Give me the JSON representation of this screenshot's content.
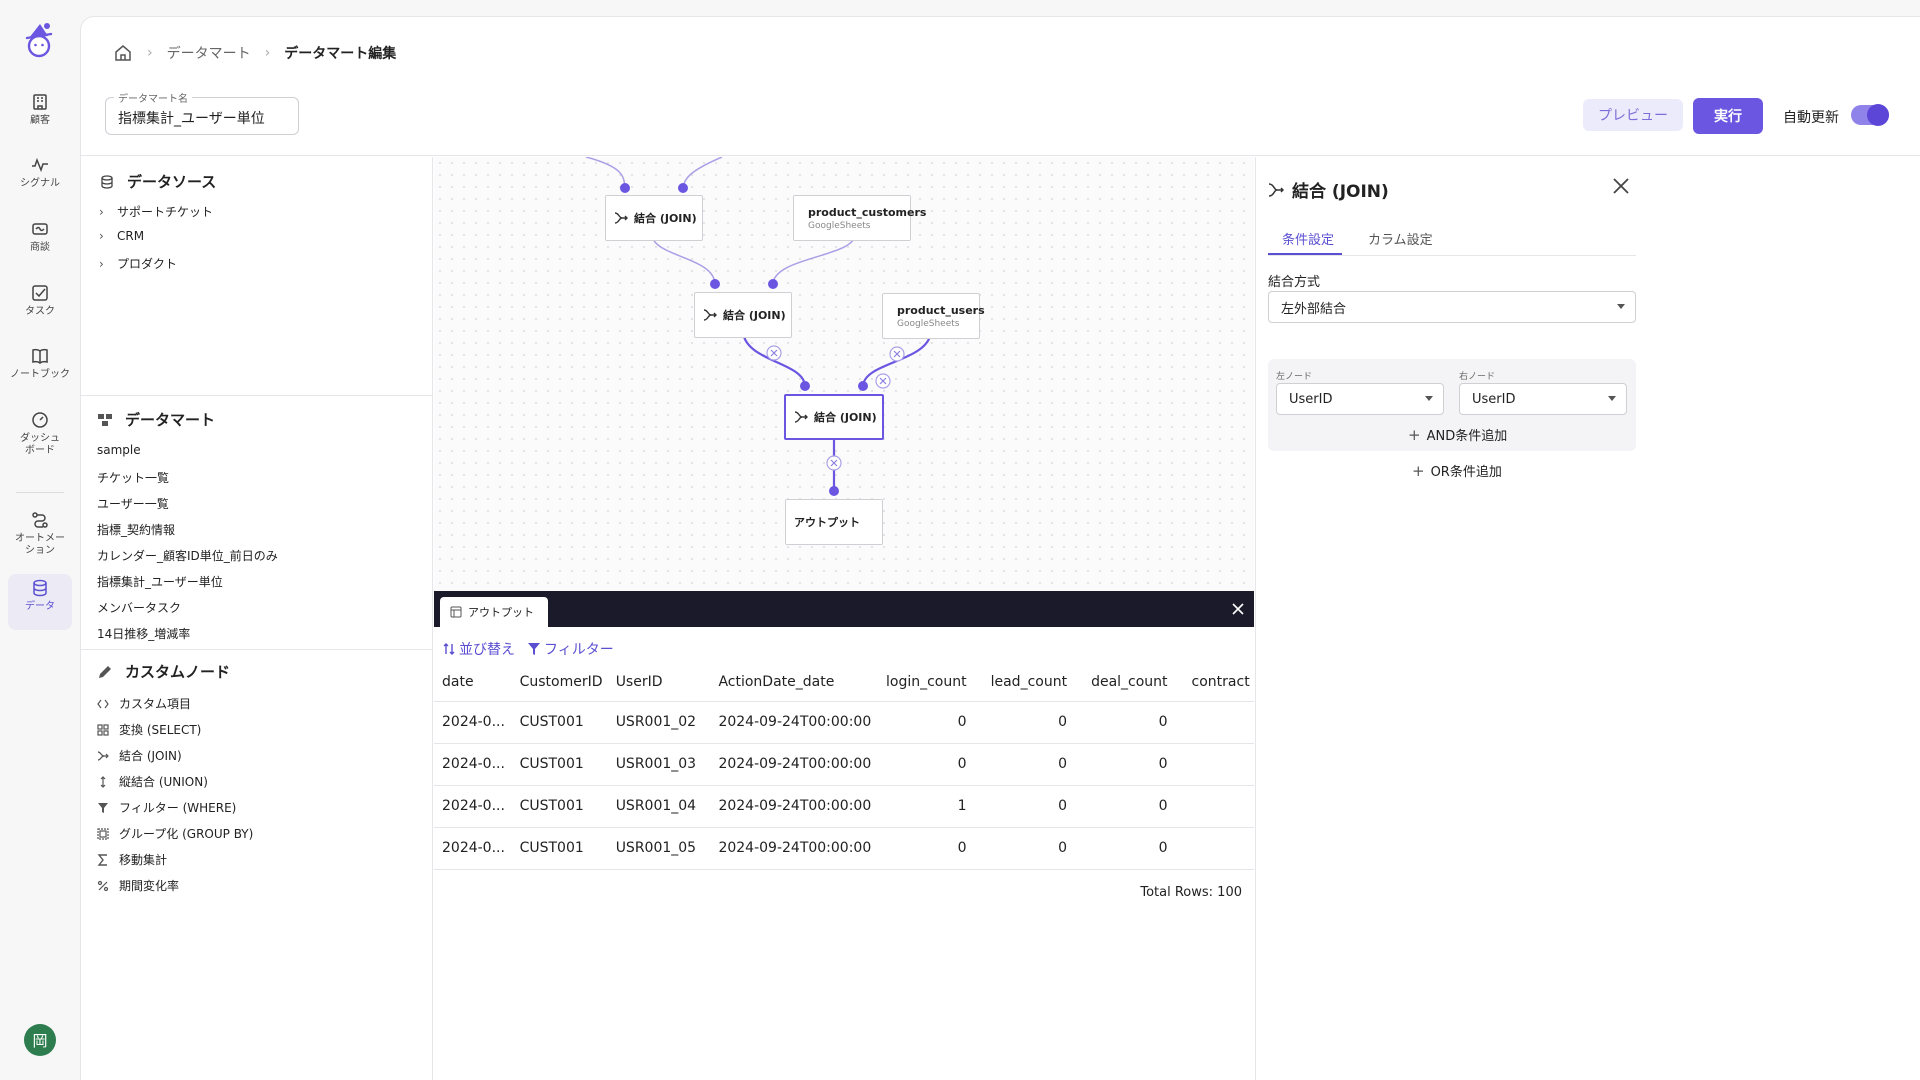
{
  "sidebar": {
    "items": [
      {
        "label": "顧客",
        "icon": "building-icon"
      },
      {
        "label": "シグナル",
        "icon": "pulse-icon"
      },
      {
        "label": "商談",
        "icon": "handshake-icon"
      },
      {
        "label": "タスク",
        "icon": "check-square-icon"
      },
      {
        "label": "ノートブック",
        "icon": "book-icon"
      },
      {
        "label": "ダッシュボード",
        "icon": "gauge-icon"
      },
      {
        "label": "オートメーション",
        "icon": "automation-icon"
      },
      {
        "label": "データ",
        "icon": "database-icon"
      }
    ],
    "avatar": "岡"
  },
  "header": {
    "breadcrumb": [
      "データマート",
      "データマート編集"
    ],
    "name_label": "データマート名",
    "name_value": "指標集計_ユーザー単位",
    "preview": "プレビュー",
    "run": "実行",
    "auto_update": "自動更新"
  },
  "left": {
    "datasource_title": "データソース",
    "datasources": [
      "サポートチケット",
      "CRM",
      "プロダクト"
    ],
    "datamart_title": "データマート",
    "datamarts": [
      "sample",
      "チケット一覧",
      "ユーザー一覧",
      "指標_契約情報",
      "カレンダー_顧客ID単位_前日のみ",
      "指標集計_ユーザー単位",
      "メンバータスク",
      "14日推移_増減率"
    ],
    "custom_title": "カスタムノード",
    "custom_nodes": [
      {
        "label": "カスタム項目",
        "icon": "code-icon"
      },
      {
        "label": "変換 (SELECT)",
        "icon": "grid-icon"
      },
      {
        "label": "結合 (JOIN)",
        "icon": "join-icon"
      },
      {
        "label": "縦結合 (UNION)",
        "icon": "union-icon"
      },
      {
        "label": "フィルター (WHERE)",
        "icon": "filter-icon"
      },
      {
        "label": "グループ化 (GROUP BY)",
        "icon": "group-icon"
      },
      {
        "label": "移動集計",
        "icon": "sigma-icon"
      },
      {
        "label": "期間変化率",
        "icon": "percent-icon"
      }
    ]
  },
  "canvas": {
    "nodes": [
      {
        "label": "結合 (JOIN)"
      },
      {
        "label": "product_customers",
        "sub": "GoogleSheets"
      },
      {
        "label": "結合 (JOIN)"
      },
      {
        "label": "product_users",
        "sub": "GoogleSheets"
      },
      {
        "label": "結合 (JOIN)"
      },
      {
        "label": "アウトプット"
      }
    ]
  },
  "output": {
    "tab": "アウトプット",
    "sort": "並び替え",
    "filter": "フィルター",
    "columns": [
      "date",
      "CustomerID",
      "UserID",
      "ActionDate_date",
      "login_count",
      "lead_count",
      "deal_count",
      "contract"
    ],
    "rows": [
      [
        "2024-0...",
        "CUST001",
        "USR001_02",
        "2024-09-24T00:00:00",
        "0",
        "0",
        "0",
        ""
      ],
      [
        "2024-0...",
        "CUST001",
        "USR001_03",
        "2024-09-24T00:00:00",
        "0",
        "0",
        "0",
        ""
      ],
      [
        "2024-0...",
        "CUST001",
        "USR001_04",
        "2024-09-24T00:00:00",
        "1",
        "0",
        "0",
        ""
      ],
      [
        "2024-0...",
        "CUST001",
        "USR001_05",
        "2024-09-24T00:00:00",
        "0",
        "0",
        "0",
        ""
      ]
    ],
    "total": "Total Rows: 100"
  },
  "panel": {
    "title": "結合 (JOIN)",
    "tabs": [
      "条件設定",
      "カラム設定"
    ],
    "join_type_label": "結合方式",
    "join_type": "左外部結合",
    "left_node_label": "左ノード",
    "right_node_label": "右ノード",
    "left_key": "UserID",
    "right_key": "UserID",
    "and_add": "AND条件追加",
    "or_add": "OR条件追加"
  },
  "colors": {
    "accent": "#6a56e0",
    "dark_bar": "#1b1a2b"
  }
}
